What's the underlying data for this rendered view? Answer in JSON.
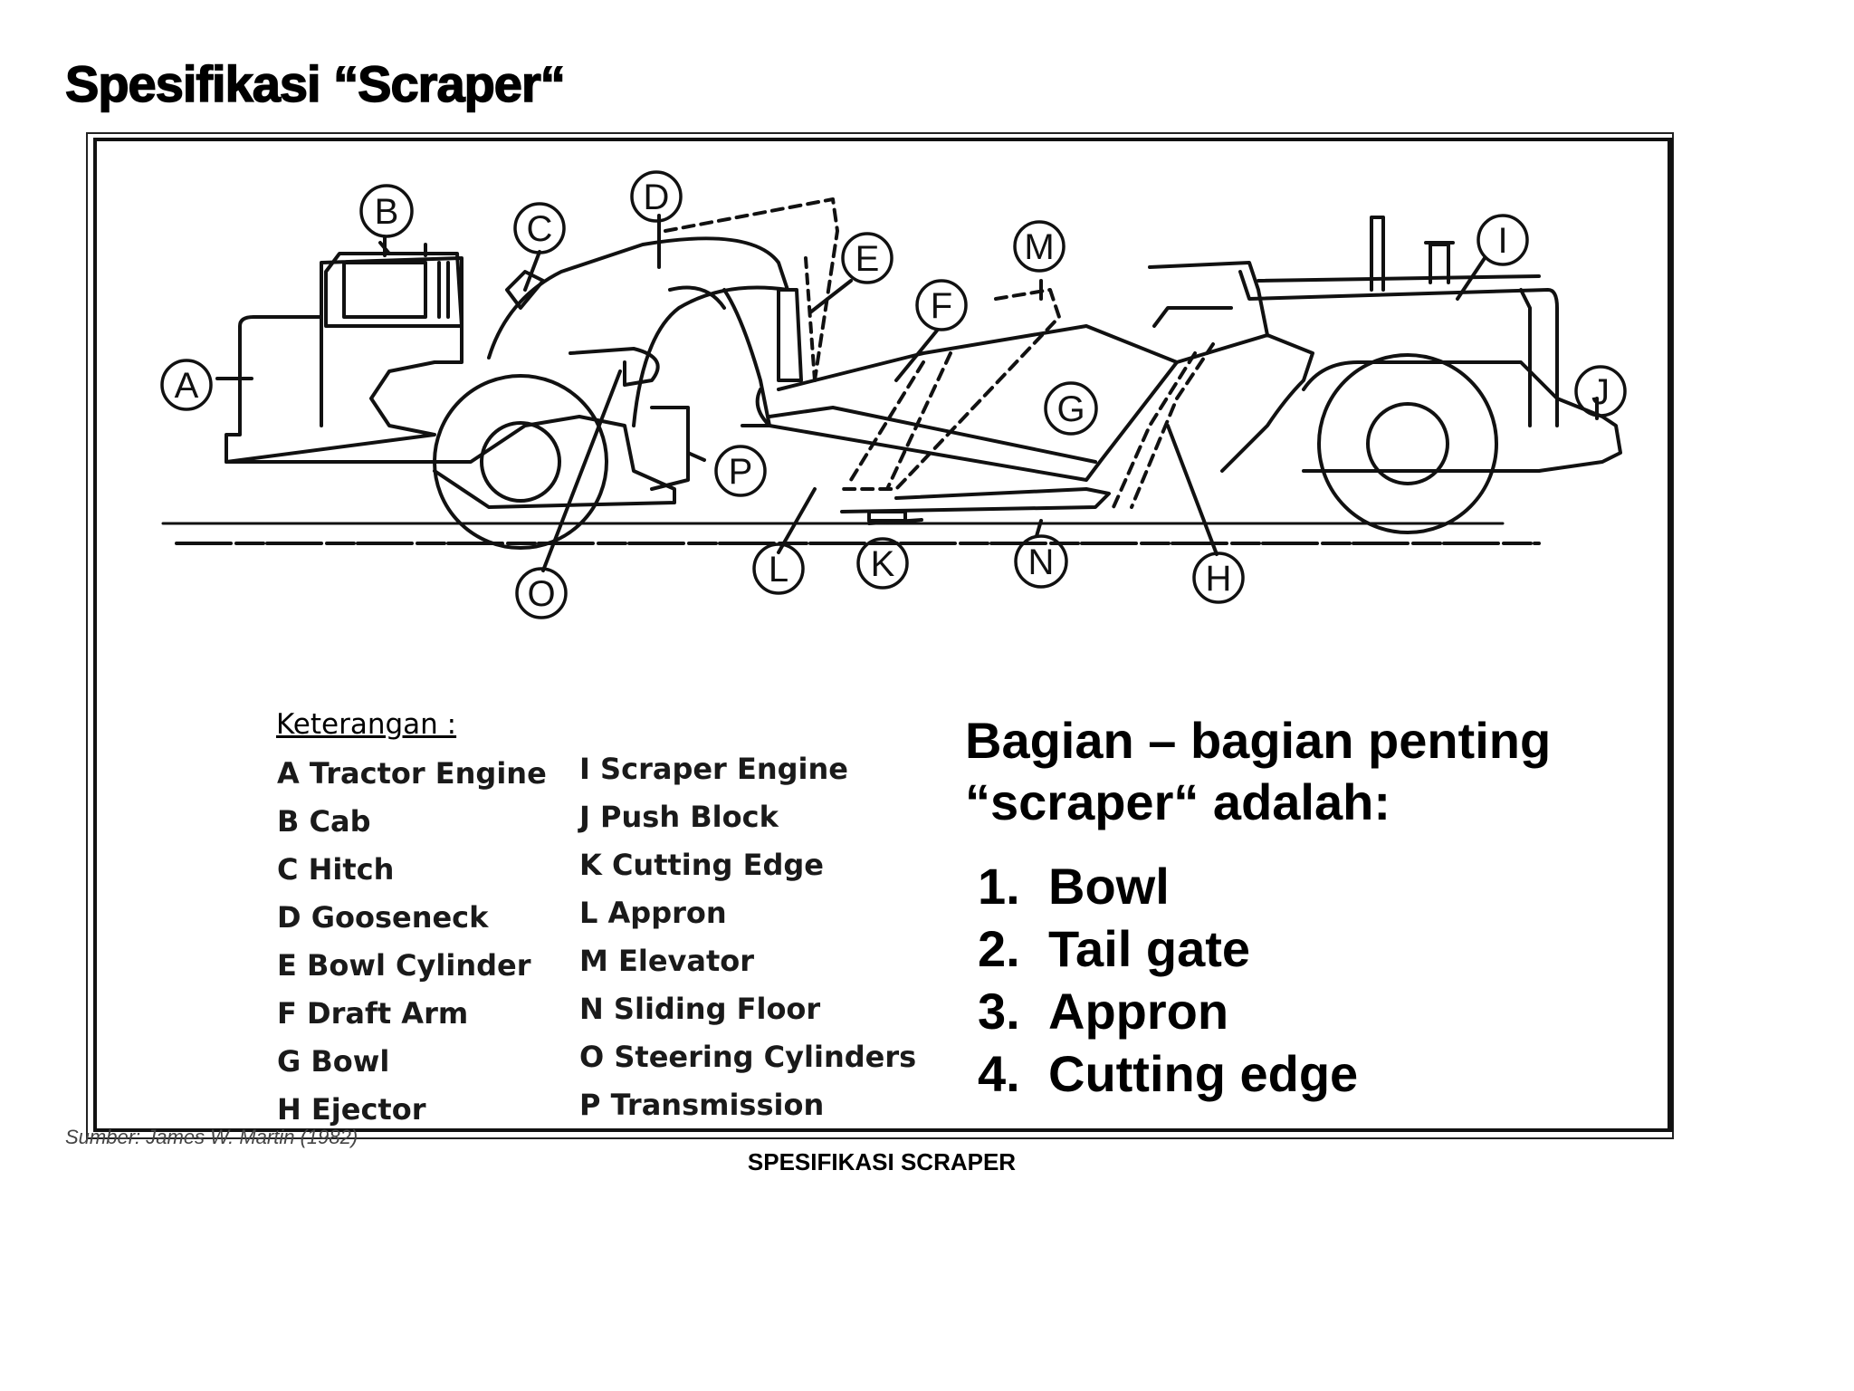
{
  "title": "Spesifikasi “Scraper“",
  "diagram": {
    "labels": [
      "A",
      "B",
      "C",
      "D",
      "E",
      "F",
      "G",
      "H",
      "I",
      "J",
      "K",
      "L",
      "M",
      "N",
      "O",
      "P"
    ]
  },
  "legend": {
    "heading": "Keterangan :",
    "left": [
      "A Tractor Engine",
      "B Cab",
      "C Hitch",
      "D Gooseneck",
      "E Bowl Cylinder",
      "F Draft Arm",
      "G Bowl",
      "H Ejector"
    ],
    "right": [
      "I Scraper Engine",
      "J Push Block",
      "K Cutting Edge",
      "L Appron",
      "M Elevator",
      "N Sliding Floor",
      "O Steering Cylinders",
      "P Transmission"
    ]
  },
  "key_parts": {
    "heading_line1": "Bagian – bagian penting",
    "heading_line2": "“scraper“ adalah:",
    "items": [
      {
        "num": "1.",
        "label": "Bowl"
      },
      {
        "num": "2.",
        "label": "Tail gate"
      },
      {
        "num": "3.",
        "label": "Appron"
      },
      {
        "num": "4.",
        "label": "Cutting edge"
      }
    ]
  },
  "source": "Sumber: James W. Martin (1982)",
  "caption": "SPESIFIKASI SCRAPER"
}
